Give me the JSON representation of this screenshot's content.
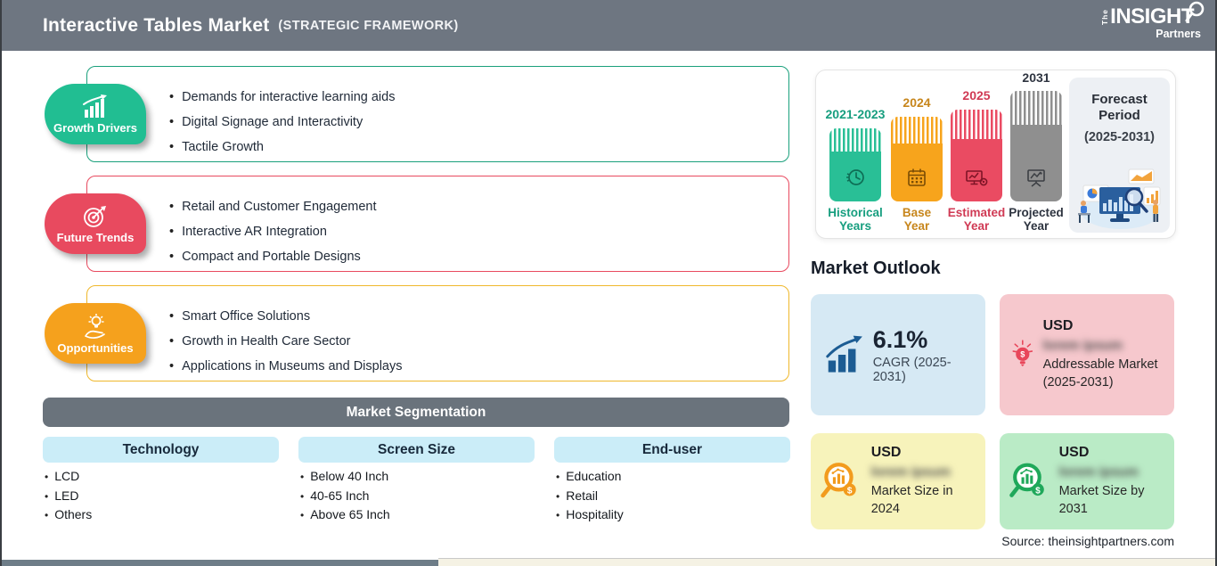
{
  "header": {
    "title": "Interactive Tables Market",
    "subtitle": "(STRATEGIC FRAMEWORK)",
    "logo": {
      "the": "The",
      "insight": "INSIGHT",
      "partners": "Partners"
    }
  },
  "colors": {
    "header_bar": "#6E7681",
    "growth_green": "#21BE92",
    "trends_red": "#E84A5F",
    "opportunities_orange": "#F5A11D",
    "segmentation_bar": "#6A737C",
    "column_header_blue": "#CBEDF8",
    "card_blue": "#D6E9F4",
    "card_pink": "#F6C8CD",
    "card_yellow": "#F7F3BB",
    "card_green": "#BAEBC6"
  },
  "sections": [
    {
      "label": "Growth Drivers",
      "icon": "growth-chart-icon",
      "items": [
        "Demands for interactive learning aids",
        "Digital Signage and Interactivity",
        "Tactile Growth"
      ]
    },
    {
      "label": "Future Trends",
      "icon": "target-dart-icon",
      "items": [
        "Retail and Customer Engagement",
        "Interactive AR Integration",
        "Compact and Portable Designs"
      ]
    },
    {
      "label": "Opportunities",
      "icon": "hand-lightbulb-icon",
      "items": [
        "Smart Office Solutions",
        "Growth in Health Care Sector",
        "Applications in Museums and Displays"
      ]
    }
  ],
  "segmentation": {
    "title": "Market Segmentation",
    "columns": [
      {
        "label": "Technology",
        "items": [
          "LCD",
          "LED",
          "Others"
        ]
      },
      {
        "label": "Screen Size",
        "items": [
          "Below 40 Inch",
          "40-65 Inch",
          "Above 65 Inch"
        ]
      },
      {
        "label": "End-user",
        "items": [
          "Education",
          "Retail",
          "Hospitality"
        ]
      }
    ]
  },
  "timeline": {
    "bars": [
      {
        "year": "2021-2023",
        "label_line1": "Historical",
        "label_line2": "Years",
        "color": "#29BF96",
        "icon": "history-clock-icon"
      },
      {
        "year": "2024",
        "label_line1": "Base",
        "label_line2": "Year",
        "color": "#F7A41C",
        "icon": "calendar-icon"
      },
      {
        "year": "2025",
        "label_line1": "Estimated",
        "label_line2": "Year",
        "color": "#EA4B62",
        "icon": "monitor-analysis-icon"
      },
      {
        "year": "2031",
        "label_line1": "Projected",
        "label_line2": "Year",
        "color": "#8F8F8F",
        "icon": "presentation-board-icon"
      }
    ],
    "forecast": {
      "line1": "Forecast",
      "line2": "Period",
      "range": "(2025-2031)",
      "illustration": "analysts-dashboard-illustration"
    }
  },
  "market_outlook": {
    "heading": "Market Outlook",
    "cards": [
      {
        "value": "6.1%",
        "label": "CAGR (2025-2031)",
        "icon": "growth-bars-arrow-icon"
      },
      {
        "currency": "USD",
        "blurred_value": "lorem ipsum",
        "label": "Addressable Market (2025-2031)",
        "icon": "dollar-lightbulb-icon"
      },
      {
        "currency": "USD",
        "blurred_value": "lorem ipsum",
        "label": "Market Size in 2024",
        "icon": "magnifier-chart-icon"
      },
      {
        "currency": "USD",
        "blurred_value": "lorem ipsum",
        "label": "Market Size by 2031",
        "icon": "magnifier-chart-icon"
      }
    ]
  },
  "source": "Source: theinsightpartners.com"
}
